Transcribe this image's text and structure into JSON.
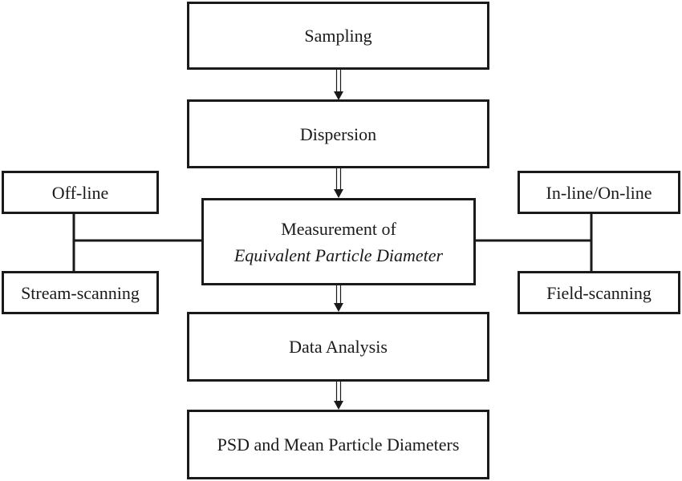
{
  "diagram": {
    "main_steps": {
      "sampling": "Sampling",
      "dispersion": "Dispersion",
      "measurement_line1": "Measurement of",
      "measurement_line2": "Equivalent Particle Diameter",
      "data_analysis": "Data Analysis",
      "result": "PSD and Mean Particle Diameters"
    },
    "left_options": {
      "top": "Off-line",
      "bottom": "Stream-scanning"
    },
    "right_options": {
      "top": "In-line/On-line",
      "bottom": "Field-scanning"
    }
  }
}
